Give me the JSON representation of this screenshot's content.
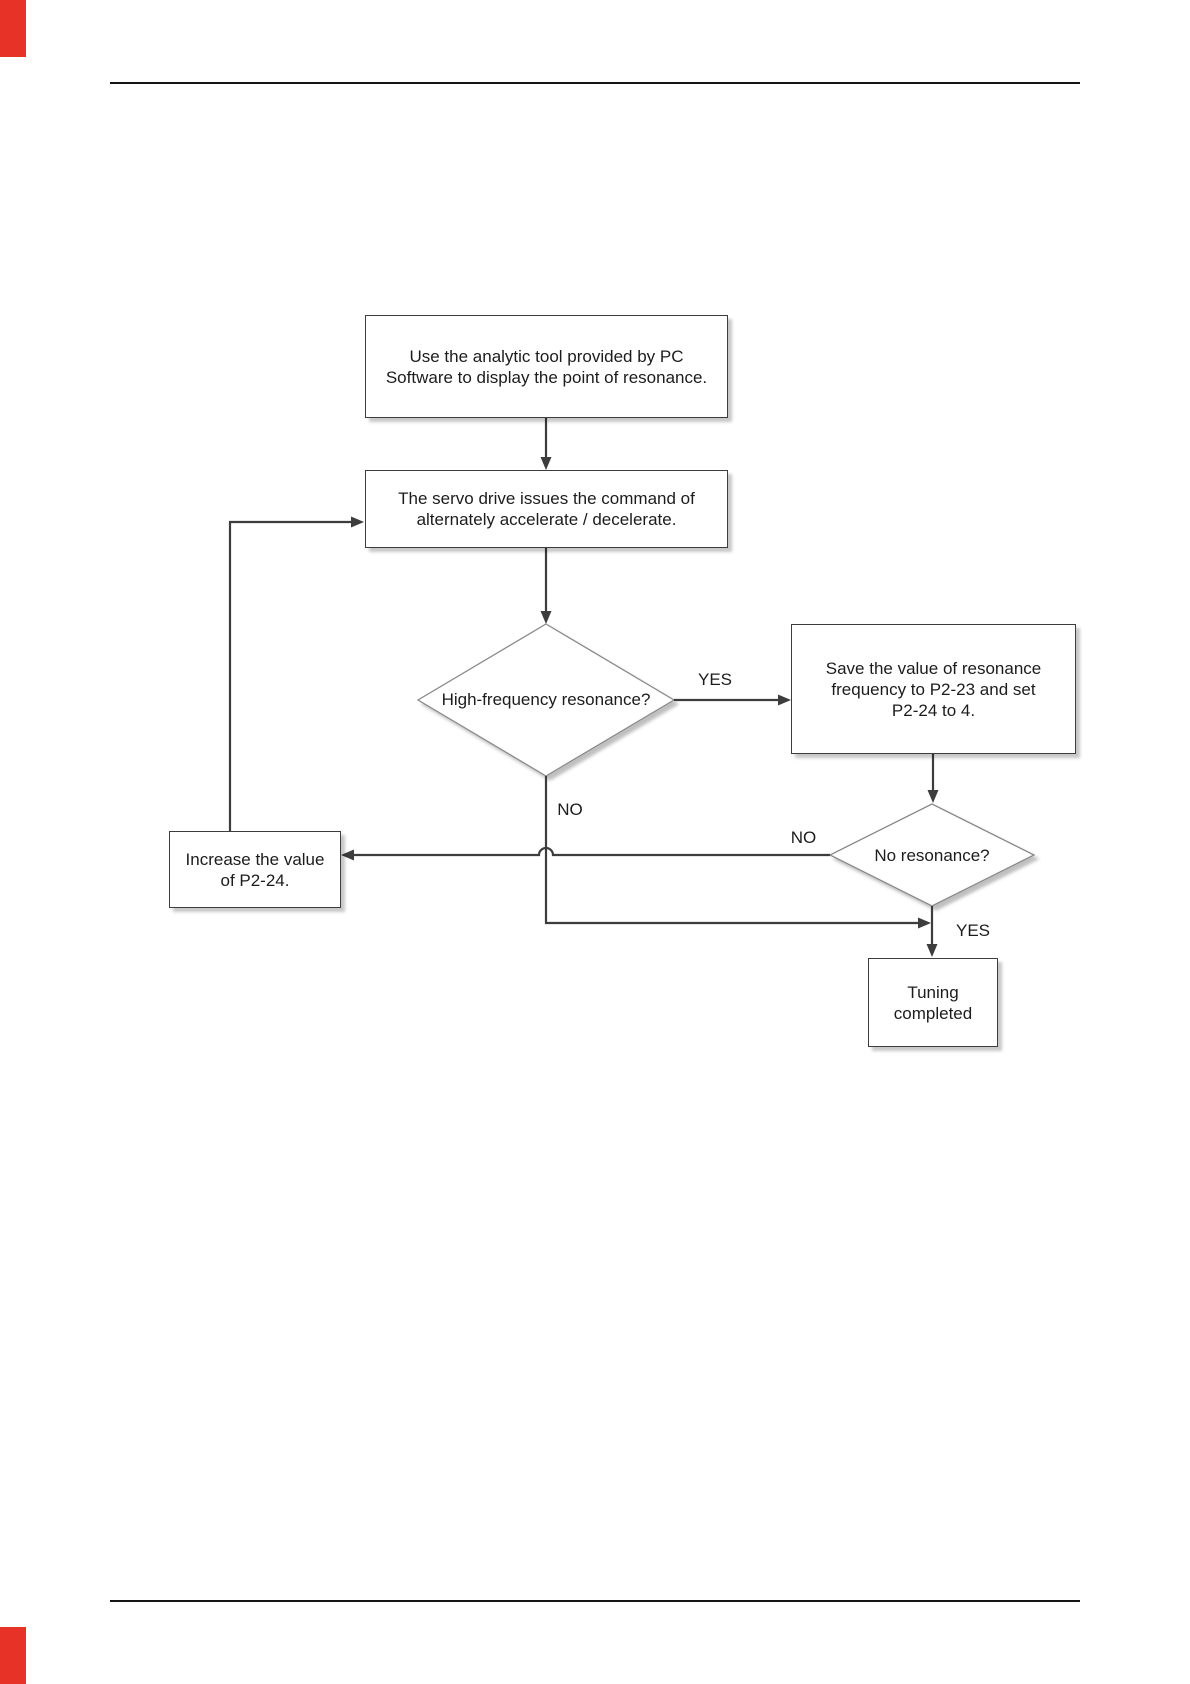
{
  "page": {
    "background": "#ffffff",
    "edge_mark_color": "#e63227",
    "rule_color": "#141414"
  },
  "flowchart": {
    "colors": {
      "connector": "#3d3d3d",
      "box_border": "#3d3d3d",
      "diamond_border": "#8a8a8a",
      "text": "#1c1c1c"
    },
    "nodes": {
      "analytic_tool": "Use the analytic tool provided by PC\nSoftware to display the point of resonance.",
      "servo_command": "The servo drive issues the command of\nalternately accelerate / decelerate.",
      "high_freq_resonance": "High-frequency resonance?",
      "save_resonance": "Save the value of resonance\nfrequency to P2-23 and set\nP2-24 to 4.",
      "no_resonance": "No resonance?",
      "increase_p224": "Increase the value\nof P2-24.",
      "tuning_completed": "Tuning\ncompleted"
    },
    "labels": {
      "yes1": "YES",
      "no1": "NO",
      "no2": "NO",
      "yes2": "YES"
    }
  }
}
